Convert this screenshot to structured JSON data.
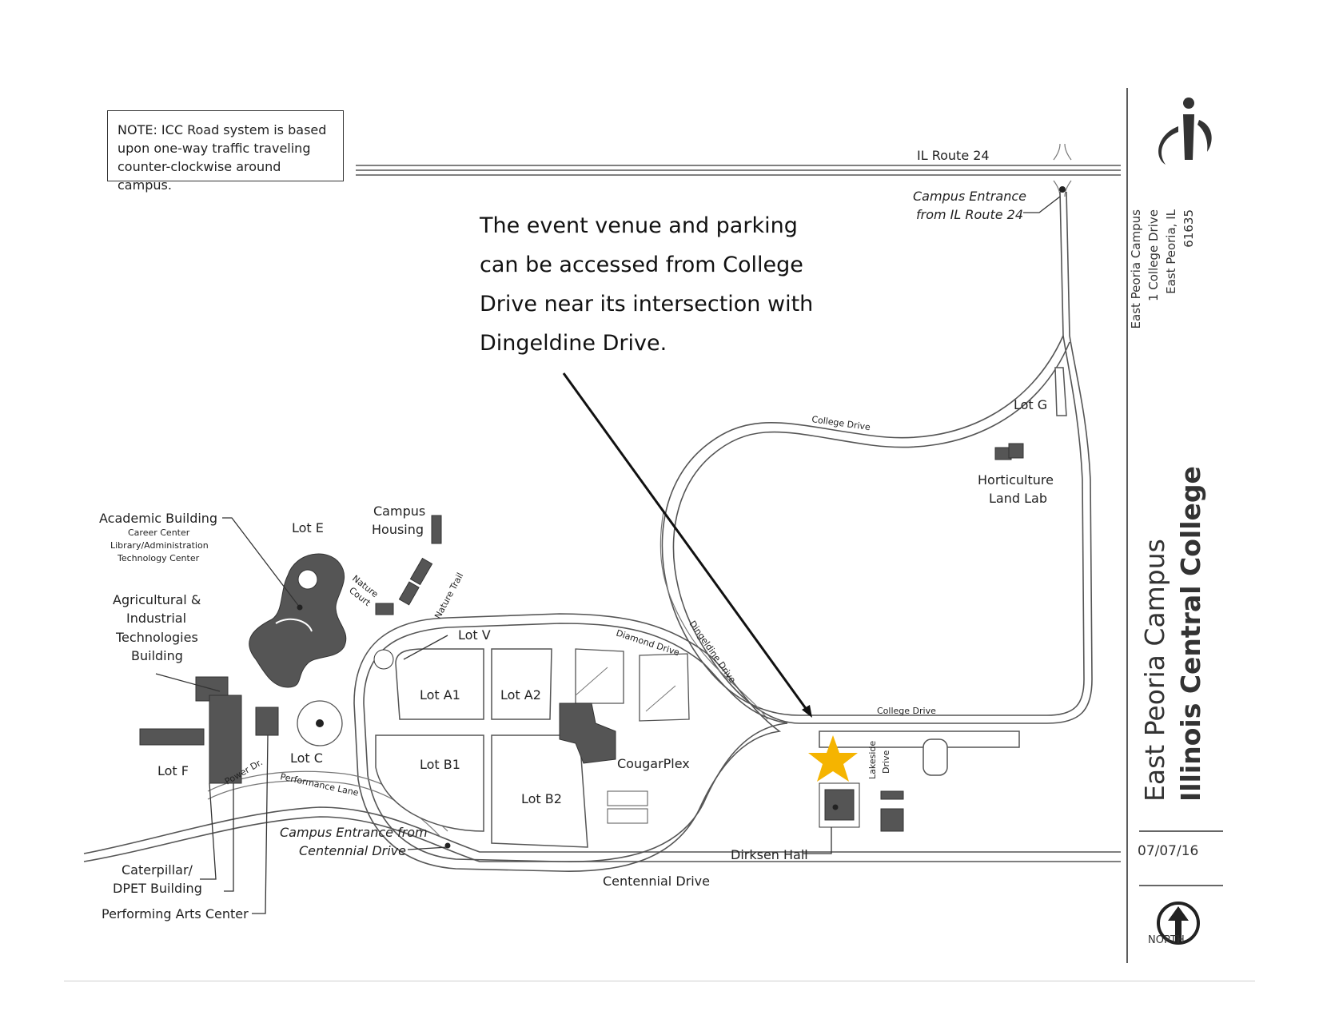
{
  "note": {
    "line1": "NOTE: ICC Road system is based",
    "line2": "upon one-way traffic traveling",
    "line3": "counter-clockwise around campus."
  },
  "callout": {
    "text": "The event venue and parking can be accessed from College Drive near its intersection with Dingeldine Drive."
  },
  "sidebar": {
    "address_line1": "East Peoria Campus",
    "address_line2": "1 College Drive",
    "address_line3": "East Peoria, IL 61635",
    "title_line1": "East Peoria Campus",
    "title_line2": "Illinois Central College",
    "date": "07/07/16",
    "north_label": "NORTH"
  },
  "roads": {
    "il_route_24": "IL Route 24",
    "college_drive_upper": "College Drive",
    "college_drive_lower": "College Drive",
    "dingeldine_drive": "Dingeldine Drive",
    "diamond_drive": "Diamond Drive",
    "nature_court_1": "Nature",
    "nature_court_2": "Court",
    "nature_trail": "Nature Trail",
    "lakeside_drive_1": "Lakeside",
    "lakeside_drive_2": "Drive",
    "power_dr": "Power Dr.",
    "performance_lane": "Performance Lane",
    "centennial_drive": "Centennial Drive"
  },
  "entrances": {
    "route24_line1": "Campus Entrance",
    "route24_line2": "from IL Route 24",
    "centennial_line1": "Campus Entrance from",
    "centennial_line2": "Centennial Drive"
  },
  "lots": {
    "lot_e": "Lot E",
    "lot_v": "Lot V",
    "lot_a1": "Lot A1",
    "lot_a2": "Lot A2",
    "lot_b1": "Lot B1",
    "lot_b2": "Lot B2",
    "lot_c": "Lot C",
    "lot_f": "Lot F",
    "lot_g": "Lot G"
  },
  "buildings": {
    "academic_line1": "Academic Building",
    "academic_line2": "Career Center",
    "academic_line3": "Library/Administration",
    "academic_line4": "Technology Center",
    "agri_line1": "Agricultural &",
    "agri_line2": "Industrial",
    "agri_line3": "Technologies",
    "agri_line4": "Building",
    "housing_line1": "Campus",
    "housing_line2": "Housing",
    "horticulture_line1": "Horticulture",
    "horticulture_line2": "Land Lab",
    "cougarplex": "CougarPlex",
    "dirksen_hall": "Dirksen Hall",
    "caterpillar_line1": "Caterpillar/",
    "caterpillar_line2": "DPET Building",
    "performing_arts": "Performing Arts Center"
  },
  "colors": {
    "star": "#F5B400",
    "building": "#555555",
    "road": "#555555"
  },
  "icons": {
    "logo": "icc-logo-icon",
    "north_arrow": "north-arrow-icon",
    "venue_star": "star-icon"
  }
}
